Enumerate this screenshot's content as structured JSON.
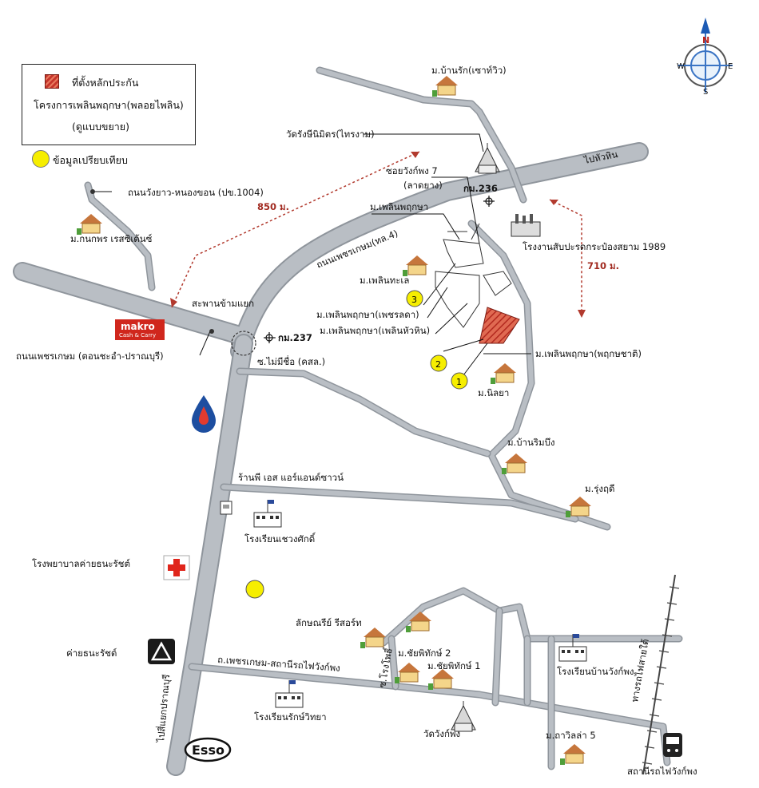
{
  "legend": {
    "main_location": "ที่ตั้งหลักประกัน",
    "project_name": "โครงการเพลินพฤกษา(พลอยไพลิน)",
    "zoom_note": "(ดูแบบขยาย)",
    "comparable_data": "ข้อมูลเปรียบเทียบ"
  },
  "roads": {
    "petchkasem_main": "ถนนเพชรเกษม(ทล.4)",
    "to_hua_hin": "ไปหัวหิน",
    "wang_yao_nong_khon": "ถนนวังยาว-หนองขอน (ปข.1004)",
    "petchkasem_cha_am": "ถนนเพชรเกษม (ตอนชะอำ-ปราณบุรี)",
    "overpass": "สะพานข้ามแยก",
    "km237": "กม.237",
    "km236": "กม.236",
    "unnamed_soi": "ซ.ไม่มีชื่อ (คสล.)",
    "soi_wang_phong_7": "ซอยวังก์พง 7",
    "laterite": "(ลาดยาง)",
    "petchkasem_station": "ถ.เพชรเกษม-สถานีรถไฟวังก์พง",
    "to_pranburi": "ไปสี่แยกปราณบุรี",
    "railway": "ทางรถไฟสายใต้"
  },
  "distances": {
    "d850": "850 ม.",
    "d710": "710 ม."
  },
  "places": {
    "ban_rak": "ม.บ้านรัก(เซาท์วิว)",
    "wat_rangsi": "วัดรังษีนิมิตร(ไทรงาม)",
    "kanokporn": "ม.กนกพร เรสซิเด้นซ์",
    "ploenpruksa": "ม.เพลินพฤกษา",
    "ploen_talay": "ม.เพลินทะเล",
    "ploenpruksa_petchlada": "ม.เพลินพฤกษา(เพชรลดา)",
    "ploenpruksa_huahin": "ม.เพลินพฤกษา(เพลินหัวหิน)",
    "ploenpruksa_pruksachat": "ม.เพลินพฤกษา(พฤกษชาติ)",
    "nilaya": "ม.นิลยา",
    "pineapple_factory": "โรงงานสับปะรดกระป๋องสยาม 1989",
    "ban_rim_bueng": "ม.บ้านริมบึง",
    "rung_ruedee": "ม.รุ่งฤดี",
    "pts_shop": "ร้านพี เอส แอร์แอนด์ซาวน์",
    "choengsak_school": "โรงเรียนเชวงศักดิ์",
    "hospital": "โรงพยาบาลค่ายธนะรัชต์",
    "camp": "ค่ายธนะรัชต์",
    "lakkhanaree": "ลักษณรีย์ รีสอร์ท",
    "chaiyaphak2": "ม.ชัยพิทักษ์ 2",
    "chaiyaphak1": "ม.ชัยพิทักษ์ 1",
    "soi_rong_pho": "ซ.โรงโพธิ์",
    "wang_phong_school": "โรงเรียนบ้านวังก์พง",
    "rakwittaya_school": "โรงเรียนรักษ์วิทยา",
    "wat_wang_phong": "วัดวังก์พง",
    "chaiyaphak_villa": "ม.ถาวิลล่า 5",
    "wang_phong_station": "สถานีรถไฟวังก์พง"
  },
  "markers": [
    "1",
    "2",
    "3"
  ],
  "brands": {
    "makro_main": "makro",
    "makro_sub": "Cash & Carry",
    "esso": "Esso"
  },
  "compass": [
    "N",
    "E",
    "S",
    "W"
  ],
  "colors": {
    "road": "#b9bec4",
    "subject_site": "#c6352b",
    "distance_line": "#b23a2e",
    "comparable": "#f6ee00"
  }
}
